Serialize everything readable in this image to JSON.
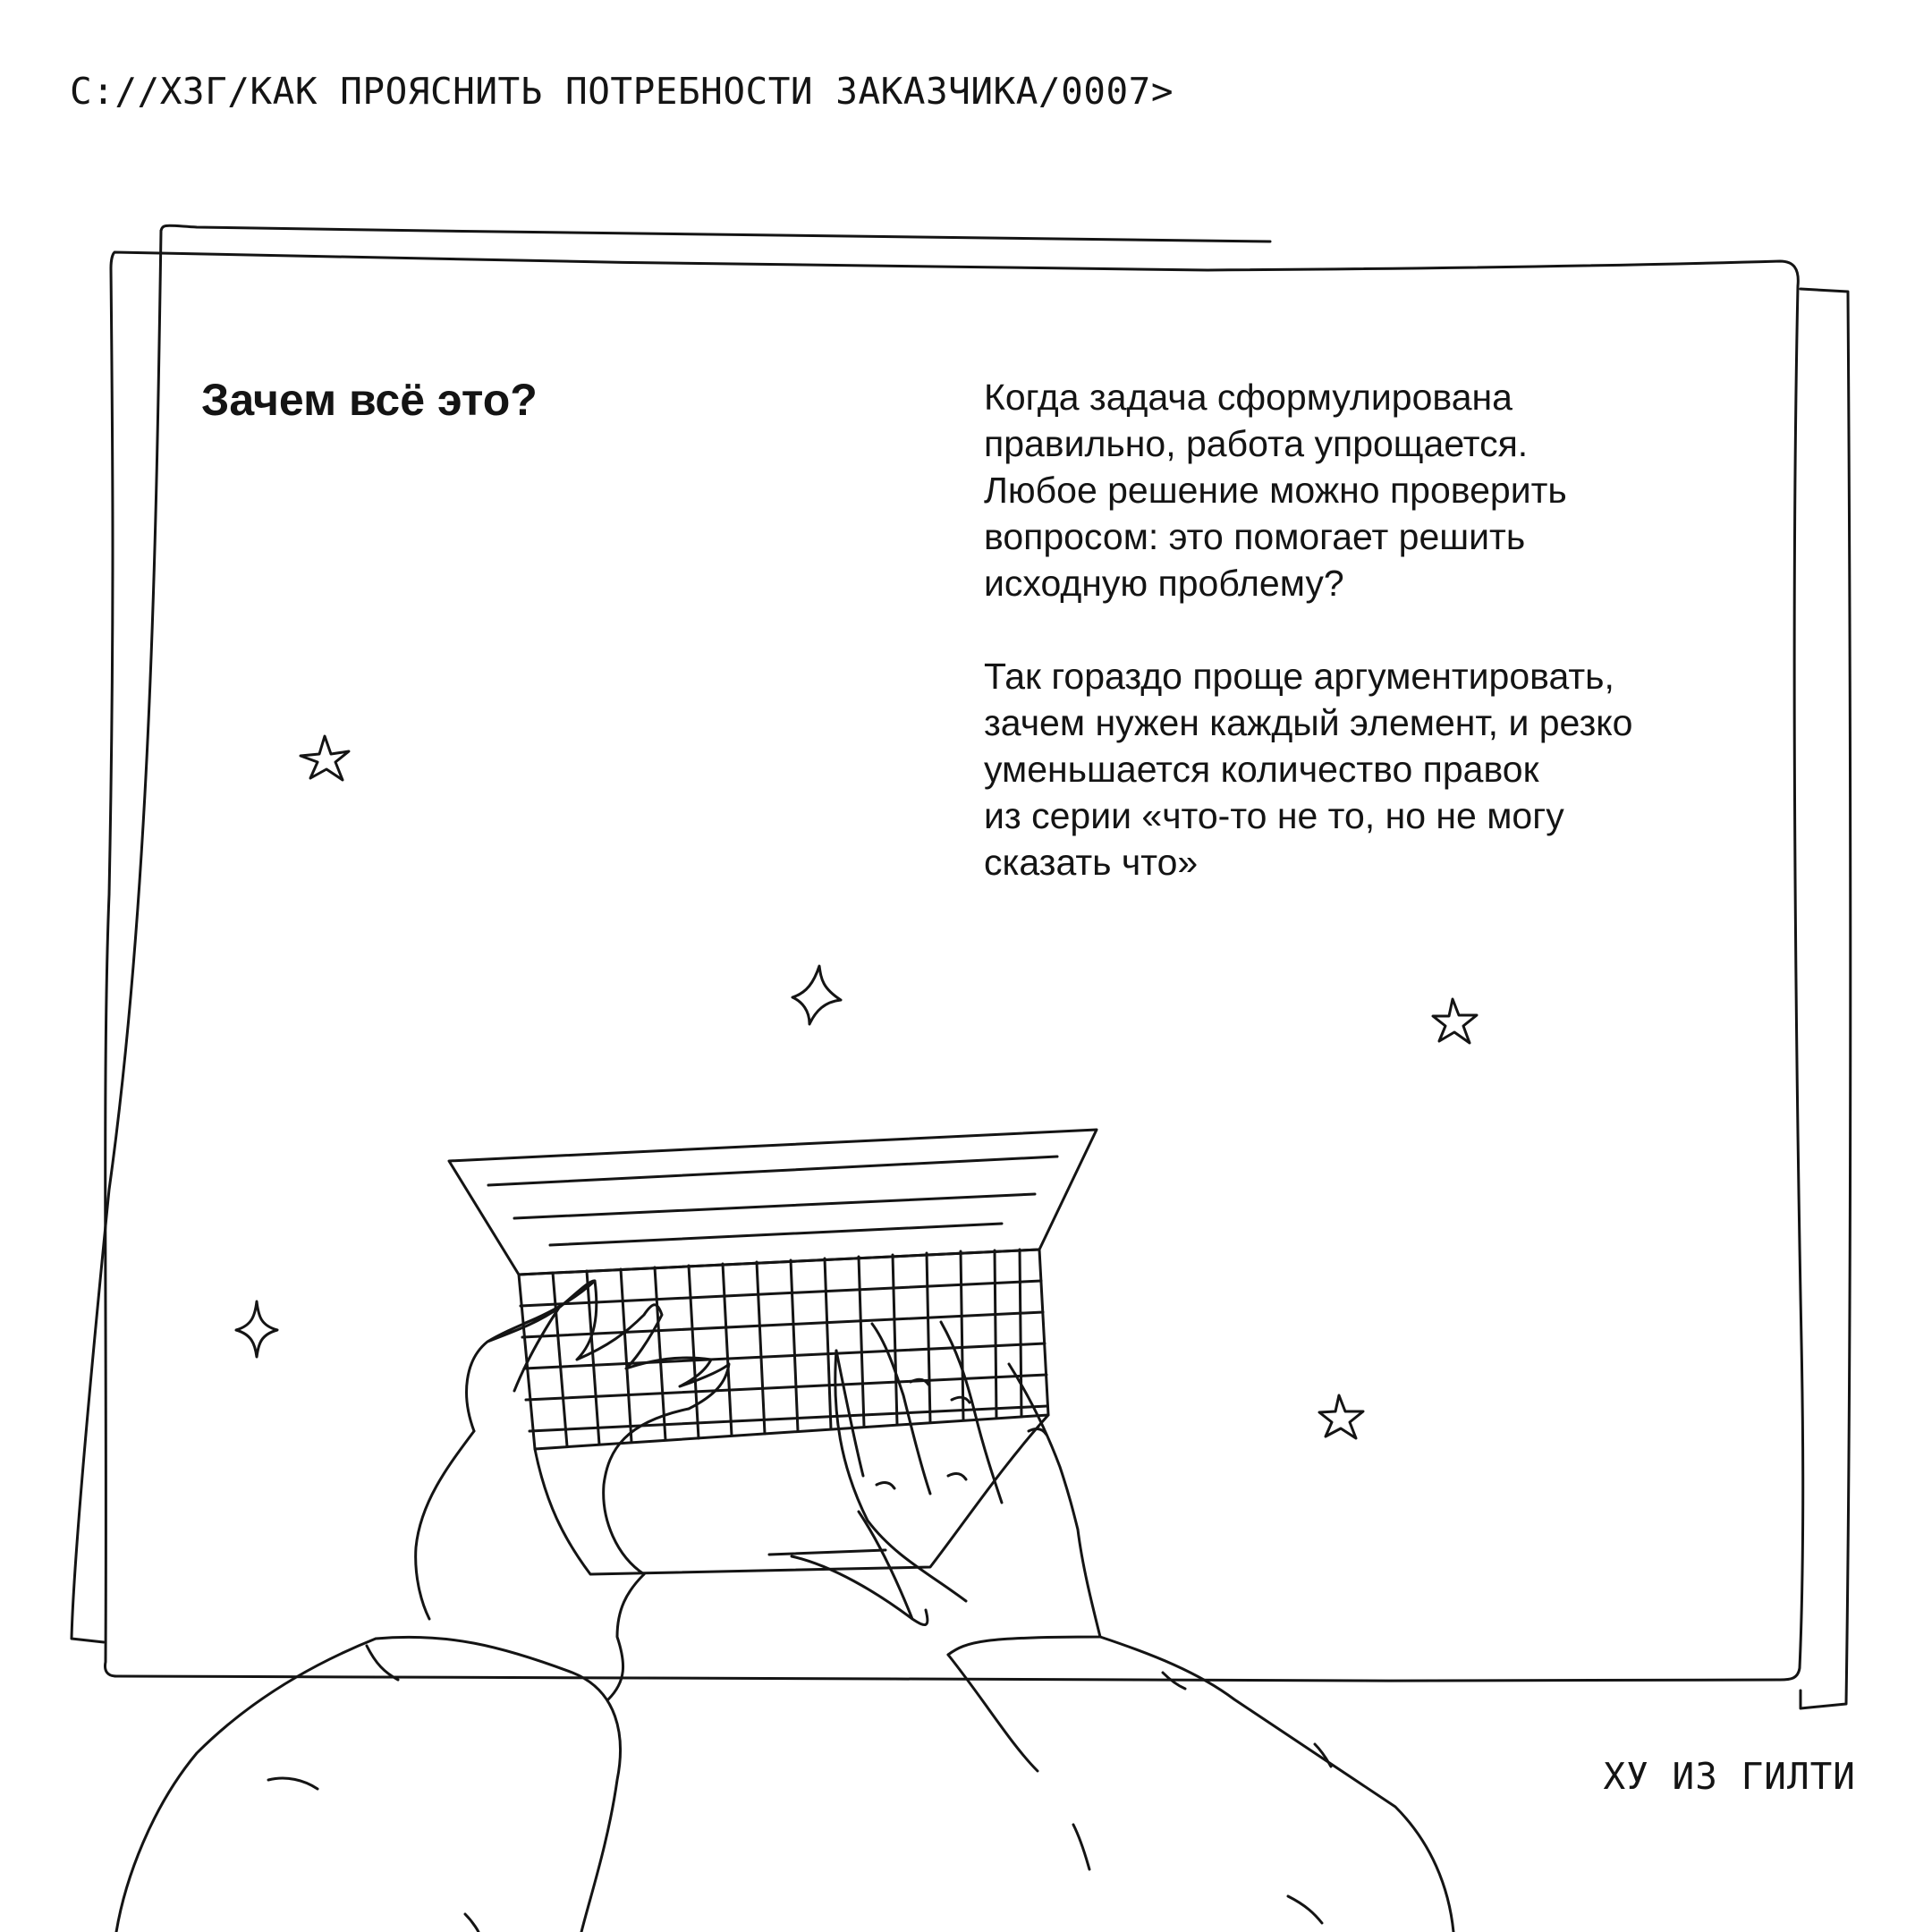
{
  "header": {
    "breadcrumb": "C://ХЗГ/КАК ПРОЯСНИТЬ ПОТРЕБНОСТИ ЗАКАЗЧИКА/0007>"
  },
  "card": {
    "heading": "Зачем всё это?",
    "paragraphs": [
      "Когда задача сформулирована\nправильно, работа упрощается.\nЛюбое решение можно проверить\nвопросом: это помогает решить\nисходную проблему?",
      "Так гораздо проще аргументировать,\nзачем нужен каждый элемент, и резко\nуменьшается количество правок\nиз серии «что-то не то, но не могу\nсказать что»"
    ]
  },
  "footer": {
    "signature": "ХУ ИЗ ГИЛТИ"
  },
  "colors": {
    "ink": "#141414",
    "background": "#ffffff"
  }
}
